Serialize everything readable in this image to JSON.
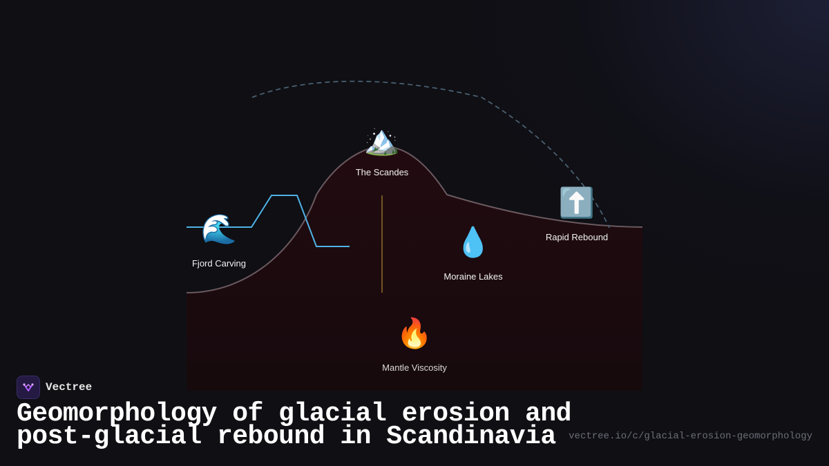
{
  "brand": {
    "name": "Vectree",
    "logo_icon": "vectree-logo-icon"
  },
  "title": {
    "line1": "Geomorphology of glacial erosion and",
    "line2": "post-glacial rebound in Scandinavia"
  },
  "url": "vectree.io/c/glacial-erosion-geomorphology",
  "nodes": [
    {
      "id": "scandes",
      "label": "The Scandes",
      "icon": "mountain-icon",
      "glyph": "🏔️"
    },
    {
      "id": "fjord",
      "label": "Fjord Carving",
      "icon": "wave-icon",
      "glyph": "🌊"
    },
    {
      "id": "moraine",
      "label": "Moraine Lakes",
      "icon": "droplet-icon",
      "glyph": "💧"
    },
    {
      "id": "rebound",
      "label": "Rapid Rebound",
      "icon": "up-arrow-icon",
      "glyph": "⬆️"
    },
    {
      "id": "mantle",
      "label": "Mantle Viscosity",
      "icon": "fire-icon",
      "glyph": "🔥"
    }
  ],
  "colors": {
    "background": "#0f0f14",
    "terrain_fill": "#1c0a0e",
    "terrain_outline": "#6a5a60",
    "fjord_line": "#4fb3e6",
    "vertical_line": "#8a6a2a",
    "ice_arc": "#4a6070",
    "brand_accent": "#b35cff"
  }
}
